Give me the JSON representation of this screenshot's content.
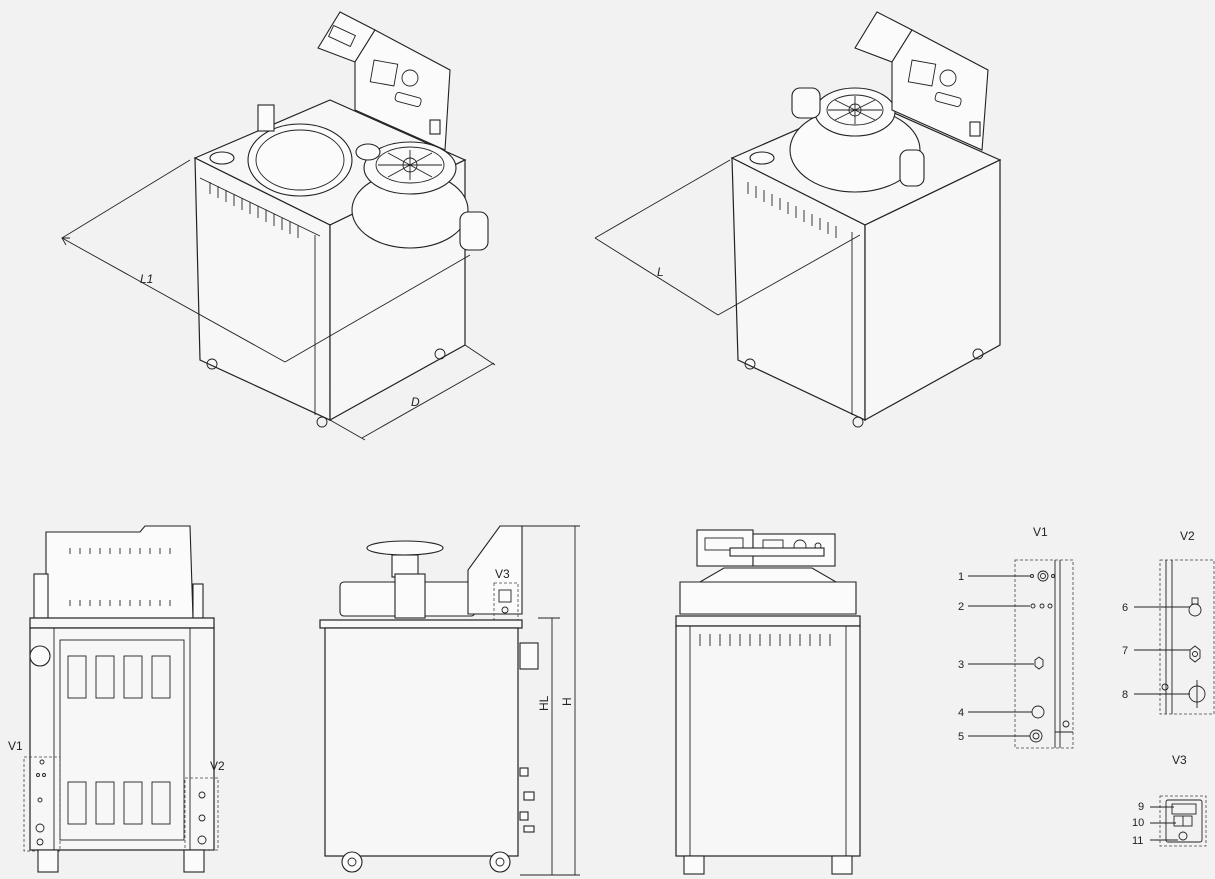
{
  "labels": {
    "dim_l1": "L1",
    "dim_l": "L",
    "dim_d": "D",
    "dim_hl": "HL",
    "dim_h": "H",
    "v1": "V1",
    "v2": "V2",
    "v3": "V3"
  },
  "callouts": {
    "c1": "1",
    "c2": "2",
    "c3": "3",
    "c4": "4",
    "c5": "5",
    "c6": "6",
    "c7": "7",
    "c8": "8",
    "c9": "9",
    "c10": "10",
    "c11": "11"
  },
  "colors": {
    "background": "#f2f2f2",
    "line": "#222222"
  }
}
